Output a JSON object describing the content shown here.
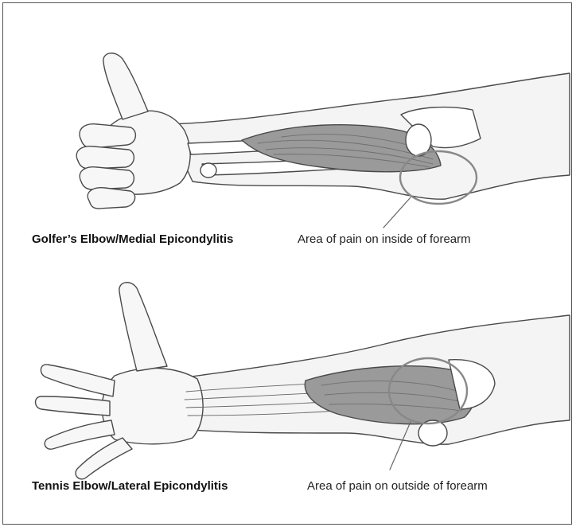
{
  "panels": [
    {
      "title": "Golfer’s Elbow/Medial Epicondylitis",
      "pain_label": "Area of pain on inside of forearm"
    },
    {
      "title": "Tennis Elbow/Lateral Epicondylitis",
      "pain_label": "Area of pain on outside of forearm"
    }
  ],
  "colors": {
    "border": "#555555",
    "outline": "#4a4a4a",
    "skin": "#f4f4f4",
    "muscle": "#9a9a9a",
    "pain_circle": "#888888"
  }
}
